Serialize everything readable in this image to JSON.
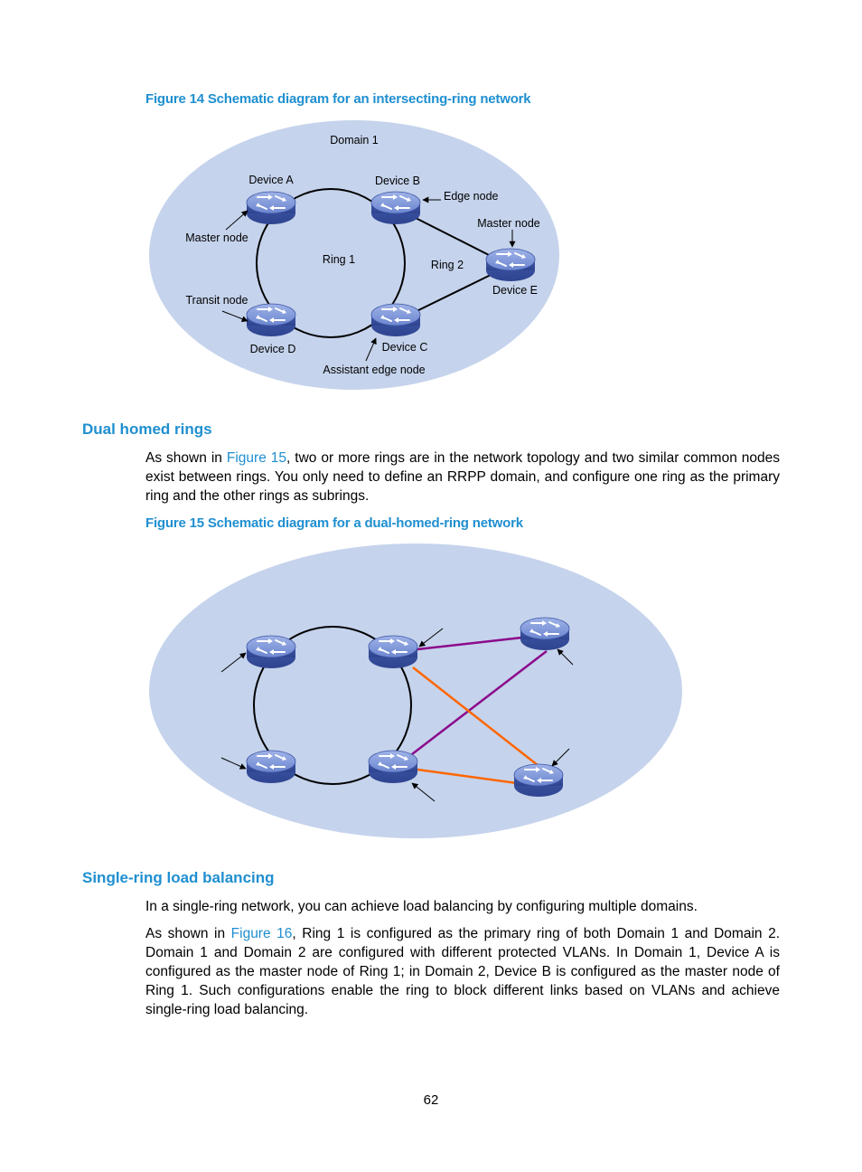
{
  "figure14": {
    "caption": "Figure 14 Schematic diagram for an intersecting-ring network",
    "domain_label": "Domain 1",
    "labels": {
      "device_a": "Device A",
      "device_b": "Device B",
      "device_c": "Device C",
      "device_d": "Device D",
      "device_e": "Device E",
      "ring1": "Ring 1",
      "ring2": "Ring 2",
      "edge_node": "Edge node",
      "master_node_a": "Master node",
      "master_node_e": "Master node",
      "transit_node": "Transit node",
      "assistant_edge_node": "Assistant edge node"
    }
  },
  "section_dual": {
    "heading": "Dual homed rings",
    "para_before": "As shown in ",
    "para_link": "Figure 15",
    "para_after": ", two or more rings are in the network topology and two similar common nodes exist between rings. You only need to define an RRPP domain, and configure one ring as the primary ring and the other rings as subrings."
  },
  "figure15": {
    "caption": "Figure 15 Schematic diagram for a dual-homed-ring network"
  },
  "section_single": {
    "heading": "Single-ring load balancing",
    "para1": "In a single-ring network, you can achieve load balancing by configuring multiple domains.",
    "para2_before": "As shown in ",
    "para2_link": "Figure 16",
    "para2_after": ", Ring 1 is configured as the primary ring of both Domain 1 and Domain 2. Domain 1 and Domain 2 are configured with different protected VLANs. In Domain 1, Device A is configured as the master node of Ring 1; in Domain 2, Device B is configured as the master node of Ring 1. Such configurations enable the ring to block different links based on VLANs and achieve single-ring load balancing."
  },
  "colors": {
    "caption_blue": "#1f8fd0",
    "domain_fill": "#c5d3ec",
    "device_blue": "#4a64b0",
    "purple_link": "#8b0a8b",
    "orange_link": "#ff6600"
  },
  "icons": {
    "device": "network-switch-icon"
  },
  "page_number": "62"
}
